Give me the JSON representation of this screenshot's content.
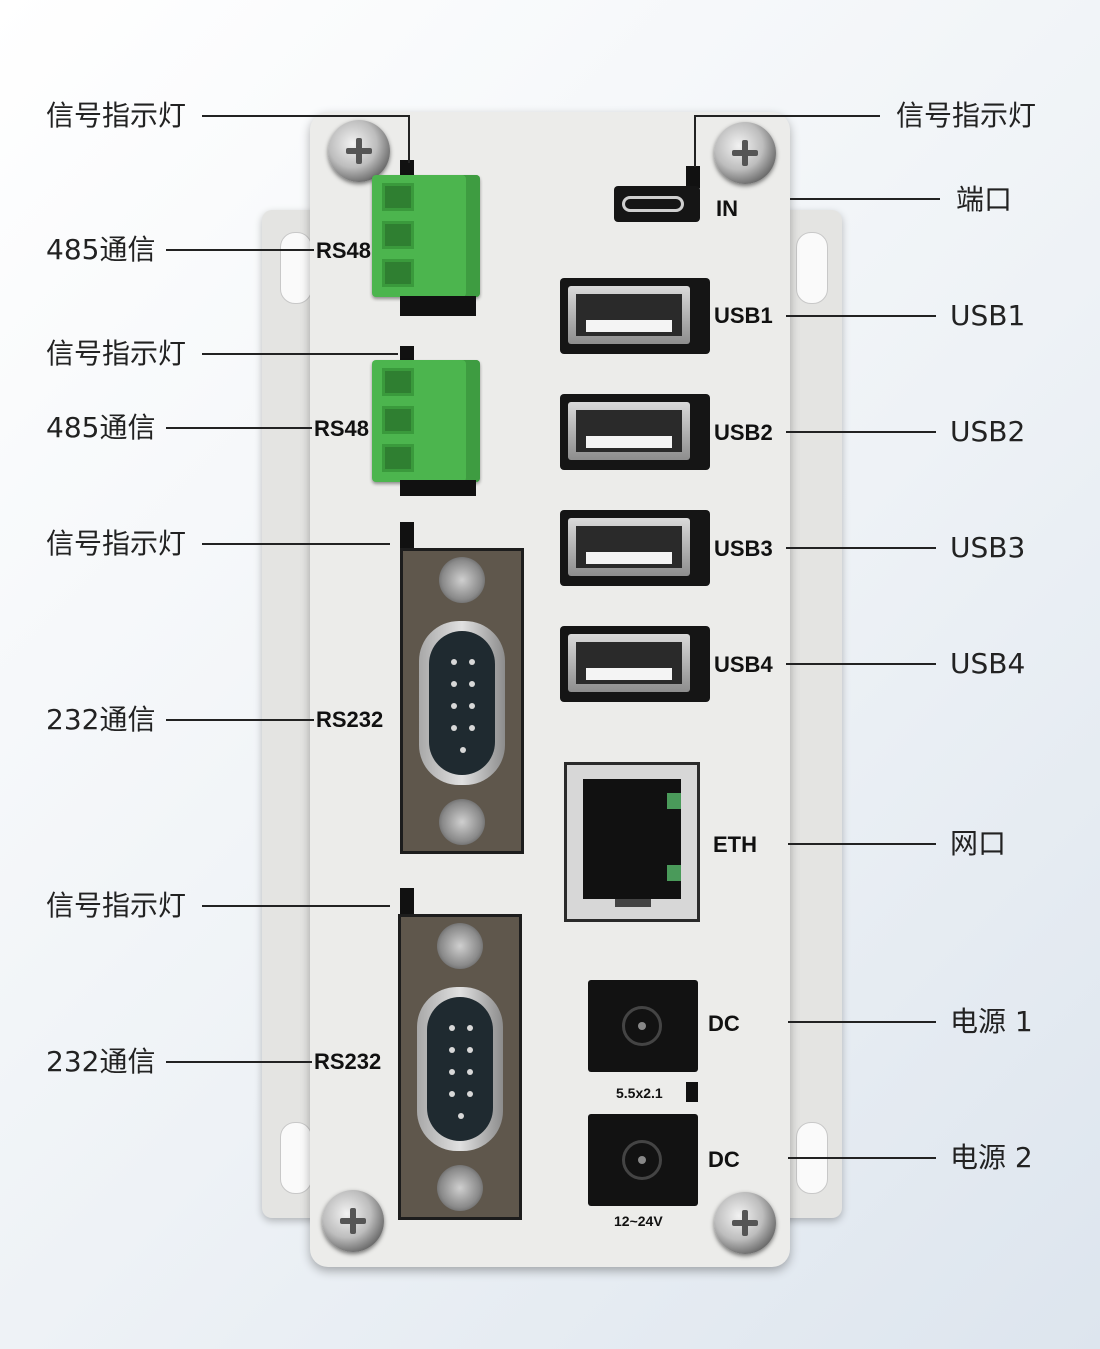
{
  "callouts": {
    "left": [
      {
        "text": "信号指示灯"
      },
      {
        "text": "485通信"
      },
      {
        "text": "信号指示灯"
      },
      {
        "text": "485通信"
      },
      {
        "text": "信号指示灯"
      },
      {
        "text": "232通信"
      },
      {
        "text": "信号指示灯"
      },
      {
        "text": "232通信"
      }
    ],
    "right": [
      {
        "text": "信号指示灯"
      },
      {
        "text": "端口"
      },
      {
        "text": "USB1"
      },
      {
        "text": "USB2"
      },
      {
        "text": "USB3"
      },
      {
        "text": "USB4"
      },
      {
        "text": "网口"
      },
      {
        "text": "电源 1"
      },
      {
        "text": "电源 2"
      }
    ]
  },
  "board_labels": {
    "rs485_1": "RS48",
    "rs485_2": "RS48",
    "rs232_1": "RS232",
    "rs232_2": "RS232",
    "in": "IN",
    "usb1": "USB1",
    "usb2": "USB2",
    "usb3": "USB3",
    "usb4": "USB4",
    "eth": "ETH",
    "dc1": "DC",
    "dc2": "DC",
    "dc_size": "5.5x2.1",
    "dc_voltage": "12~24V"
  },
  "colors": {
    "panel": "#ececea",
    "terminal_green": "#4cb54e",
    "line": "#222222"
  }
}
